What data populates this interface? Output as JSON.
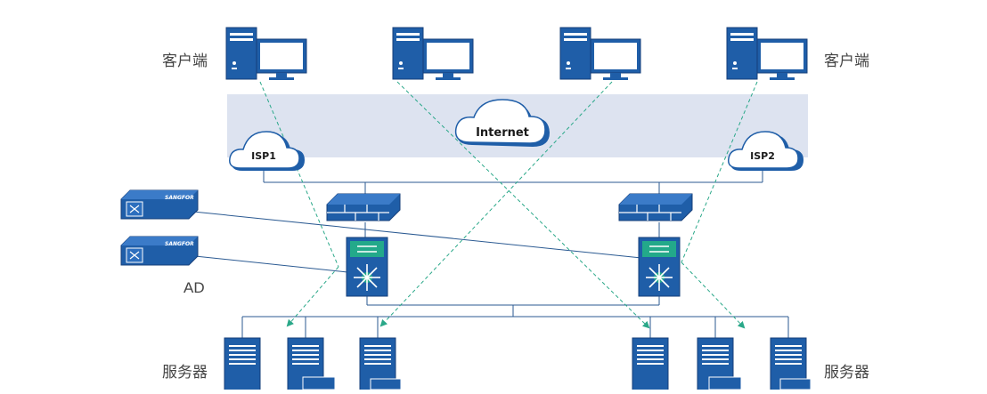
{
  "labels": {
    "client_left": "客户端",
    "client_right": "客户端",
    "server_left": "服务器",
    "server_right": "服务器",
    "ad": "AD",
    "internet": "Internet",
    "isp1": "ISP1",
    "isp2": "ISP2",
    "appliance_brand_top": "SANGFOR",
    "appliance_brand_bottom": "SANGFOR"
  },
  "colors": {
    "band": "#dde3f0",
    "device_blue": "#1f5ea8",
    "device_dark": "#163f7a",
    "line": "#2b5a92",
    "dashed": "#2aa889",
    "switch_teal": "#23a98a"
  }
}
